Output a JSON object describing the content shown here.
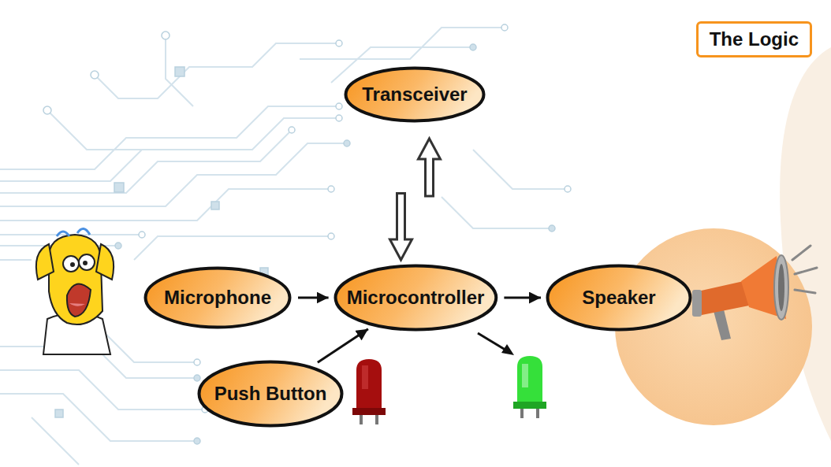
{
  "diagram": {
    "title": "The Logic",
    "nodes": [
      {
        "text": [
          "Transceiver"
        ]
      },
      {
        "text": [
          "Microphone"
        ]
      },
      {
        "text": [
          "Microcontroller"
        ]
      },
      {
        "text": [
          "Speaker"
        ]
      },
      {
        "text": [
          "Push Button"
        ]
      }
    ],
    "edges": [
      {
        "from": 2,
        "to": 0,
        "arrow": "both"
      },
      {
        "from": 1,
        "to": 2,
        "arrow": "to"
      },
      {
        "from": 4,
        "to": 2,
        "arrow": "to"
      },
      {
        "from": 2,
        "to": 3,
        "arrow": "to"
      }
    ]
  }
}
